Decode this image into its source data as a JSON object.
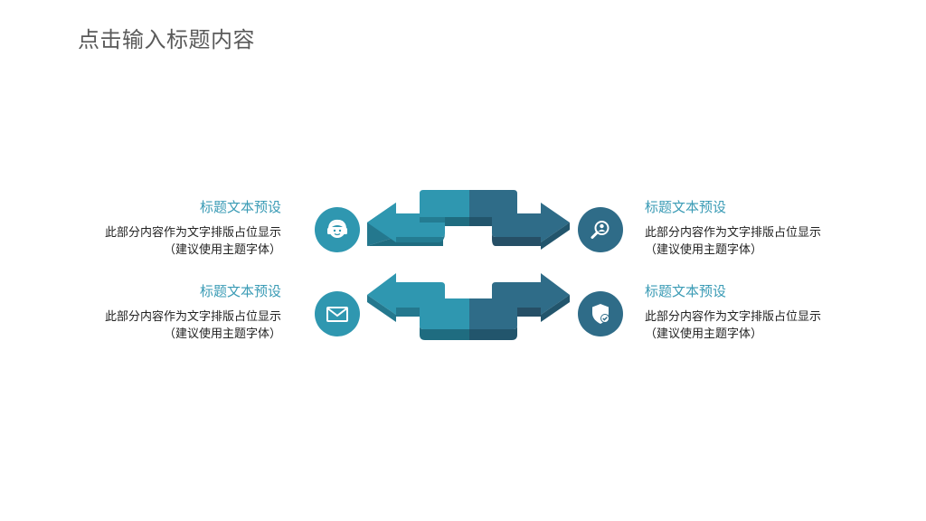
{
  "page": {
    "title": "点击输入标题内容"
  },
  "colors": {
    "teal": "#2f97b0",
    "teal_dark": "#24788e",
    "navy": "#2f6c88",
    "navy_dark": "#22556c",
    "title_accent": "#3a9bb5"
  },
  "items": [
    {
      "position": "top-left",
      "icon": "customer-service-icon",
      "title": "标题文本预设",
      "desc_line1": "此部分内容作为文字排版占位显示",
      "desc_line2": "（建议使用主题字体）"
    },
    {
      "position": "bottom-left",
      "icon": "mail-icon",
      "title": "标题文本预设",
      "desc_line1": "此部分内容作为文字排版占位显示",
      "desc_line2": "（建议使用主题字体）"
    },
    {
      "position": "top-right",
      "icon": "search-person-icon",
      "title": "标题文本预设",
      "desc_line1": "此部分内容作为文字排版占位显示",
      "desc_line2": "（建议使用主题字体）"
    },
    {
      "position": "bottom-right",
      "icon": "shield-check-icon",
      "title": "标题文本预设",
      "desc_line1": "此部分内容作为文字排版占位显示",
      "desc_line2": "（建议使用主题字体）"
    }
  ]
}
